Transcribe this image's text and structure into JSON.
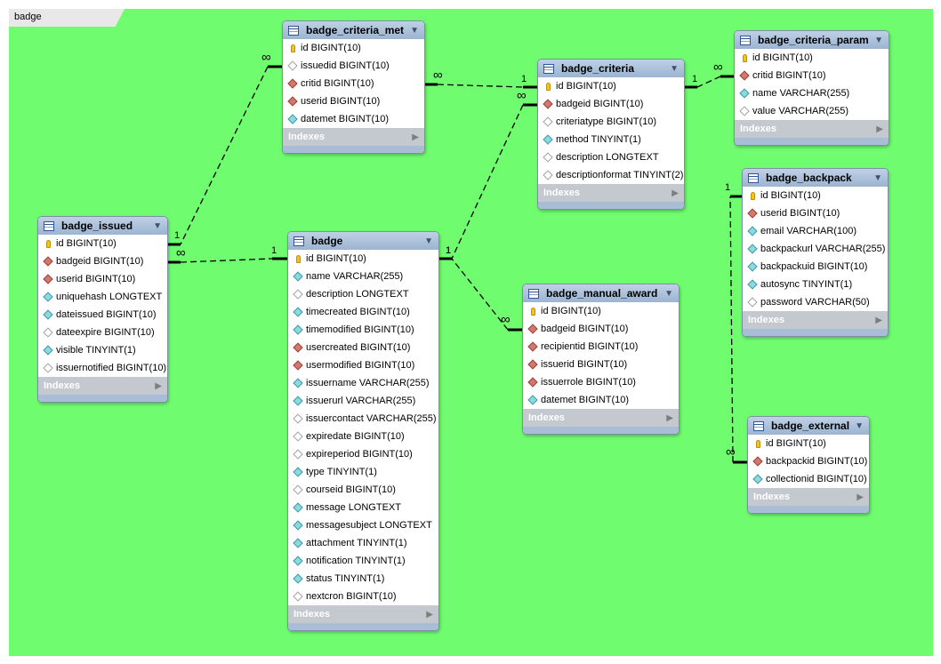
{
  "diagram": {
    "tab_title": "badge",
    "indexes_label": "Indexes",
    "colors": {
      "canvas": "#6ffd6f",
      "header": "#9bb4d1",
      "footer": "#c4c8cf"
    }
  },
  "tables": [
    {
      "id": "badge_issued",
      "name": "badge_issued",
      "columns": [
        {
          "text": "id BIGINT(10)",
          "kind": "key"
        },
        {
          "text": "badgeid BIGINT(10)",
          "kind": "fk"
        },
        {
          "text": "userid BIGINT(10)",
          "kind": "fk"
        },
        {
          "text": "uniquehash LONGTEXT",
          "kind": "col"
        },
        {
          "text": "dateissued BIGINT(10)",
          "kind": "col"
        },
        {
          "text": "dateexpire BIGINT(10)",
          "kind": "nul"
        },
        {
          "text": "visible TINYINT(1)",
          "kind": "col"
        },
        {
          "text": "issuernotified BIGINT(10)",
          "kind": "nul"
        }
      ]
    },
    {
      "id": "badge_criteria_met",
      "name": "badge_criteria_met",
      "columns": [
        {
          "text": "id BIGINT(10)",
          "kind": "key"
        },
        {
          "text": "issuedid BIGINT(10)",
          "kind": "nul"
        },
        {
          "text": "critid BIGINT(10)",
          "kind": "fk"
        },
        {
          "text": "userid BIGINT(10)",
          "kind": "fk"
        },
        {
          "text": "datemet BIGINT(10)",
          "kind": "col"
        }
      ]
    },
    {
      "id": "badge",
      "name": "badge",
      "columns": [
        {
          "text": "id BIGINT(10)",
          "kind": "key"
        },
        {
          "text": "name VARCHAR(255)",
          "kind": "col"
        },
        {
          "text": "description LONGTEXT",
          "kind": "nul"
        },
        {
          "text": "timecreated BIGINT(10)",
          "kind": "col"
        },
        {
          "text": "timemodified BIGINT(10)",
          "kind": "col"
        },
        {
          "text": "usercreated BIGINT(10)",
          "kind": "fk"
        },
        {
          "text": "usermodified BIGINT(10)",
          "kind": "fk"
        },
        {
          "text": "issuername VARCHAR(255)",
          "kind": "col"
        },
        {
          "text": "issuerurl VARCHAR(255)",
          "kind": "col"
        },
        {
          "text": "issuercontact VARCHAR(255)",
          "kind": "nul"
        },
        {
          "text": "expiredate BIGINT(10)",
          "kind": "nul"
        },
        {
          "text": "expireperiod BIGINT(10)",
          "kind": "nul"
        },
        {
          "text": "type TINYINT(1)",
          "kind": "col"
        },
        {
          "text": "courseid BIGINT(10)",
          "kind": "nul"
        },
        {
          "text": "message LONGTEXT",
          "kind": "col"
        },
        {
          "text": "messagesubject LONGTEXT",
          "kind": "col"
        },
        {
          "text": "attachment TINYINT(1)",
          "kind": "col"
        },
        {
          "text": "notification TINYINT(1)",
          "kind": "col"
        },
        {
          "text": "status TINYINT(1)",
          "kind": "col"
        },
        {
          "text": "nextcron BIGINT(10)",
          "kind": "nul"
        }
      ]
    },
    {
      "id": "badge_criteria",
      "name": "badge_criteria",
      "columns": [
        {
          "text": "id BIGINT(10)",
          "kind": "key"
        },
        {
          "text": "badgeid BIGINT(10)",
          "kind": "fk"
        },
        {
          "text": "criteriatype BIGINT(10)",
          "kind": "nul"
        },
        {
          "text": "method TINYINT(1)",
          "kind": "col"
        },
        {
          "text": "description LONGTEXT",
          "kind": "nul"
        },
        {
          "text": "descriptionformat TINYINT(2)",
          "kind": "nul"
        }
      ]
    },
    {
      "id": "badge_criteria_param",
      "name": "badge_criteria_param",
      "columns": [
        {
          "text": "id BIGINT(10)",
          "kind": "key"
        },
        {
          "text": "critid BIGINT(10)",
          "kind": "fk"
        },
        {
          "text": "name VARCHAR(255)",
          "kind": "col"
        },
        {
          "text": "value VARCHAR(255)",
          "kind": "nul"
        }
      ]
    },
    {
      "id": "badge_backpack",
      "name": "badge_backpack",
      "columns": [
        {
          "text": "id BIGINT(10)",
          "kind": "key"
        },
        {
          "text": "userid BIGINT(10)",
          "kind": "fk"
        },
        {
          "text": "email VARCHAR(100)",
          "kind": "col"
        },
        {
          "text": "backpackurl VARCHAR(255)",
          "kind": "col"
        },
        {
          "text": "backpackuid BIGINT(10)",
          "kind": "col"
        },
        {
          "text": "autosync TINYINT(1)",
          "kind": "col"
        },
        {
          "text": "password VARCHAR(50)",
          "kind": "nul"
        }
      ]
    },
    {
      "id": "badge_manual_award",
      "name": "badge_manual_award",
      "columns": [
        {
          "text": "id BIGINT(10)",
          "kind": "key"
        },
        {
          "text": "badgeid BIGINT(10)",
          "kind": "fk"
        },
        {
          "text": "recipientid BIGINT(10)",
          "kind": "fk"
        },
        {
          "text": "issuerid BIGINT(10)",
          "kind": "fk"
        },
        {
          "text": "issuerrole BIGINT(10)",
          "kind": "fk"
        },
        {
          "text": "datemet BIGINT(10)",
          "kind": "col"
        }
      ]
    },
    {
      "id": "badge_external",
      "name": "badge_external",
      "columns": [
        {
          "text": "id BIGINT(10)",
          "kind": "key"
        },
        {
          "text": "backpackid BIGINT(10)",
          "kind": "fk"
        },
        {
          "text": "collectionid BIGINT(10)",
          "kind": "col"
        }
      ]
    }
  ],
  "relationships": [
    {
      "id": "issued-to-badge",
      "from": "badge_issued",
      "to": "badge",
      "from_card": "∞",
      "to_card": "1"
    },
    {
      "id": "criteria-met-to-issued",
      "from": "badge_criteria_met",
      "to": "badge_issued",
      "from_card": "∞",
      "to_card": "1"
    },
    {
      "id": "criteria-met-to-criteria",
      "from": "badge_criteria_met",
      "to": "badge_criteria",
      "from_card": "∞",
      "to_card": "1"
    },
    {
      "id": "criteria-to-badge",
      "from": "badge_criteria",
      "to": "badge",
      "from_card": "∞",
      "to_card": "1"
    },
    {
      "id": "param-to-criteria",
      "from": "badge_criteria_param",
      "to": "badge_criteria",
      "from_card": "∞",
      "to_card": "1"
    },
    {
      "id": "manual-award-to-badge",
      "from": "badge_manual_award",
      "to": "badge",
      "from_card": "∞",
      "to_card": "1"
    },
    {
      "id": "external-to-backpack",
      "from": "badge_external",
      "to": "badge_backpack",
      "from_card": "∞",
      "to_card": "1"
    }
  ]
}
